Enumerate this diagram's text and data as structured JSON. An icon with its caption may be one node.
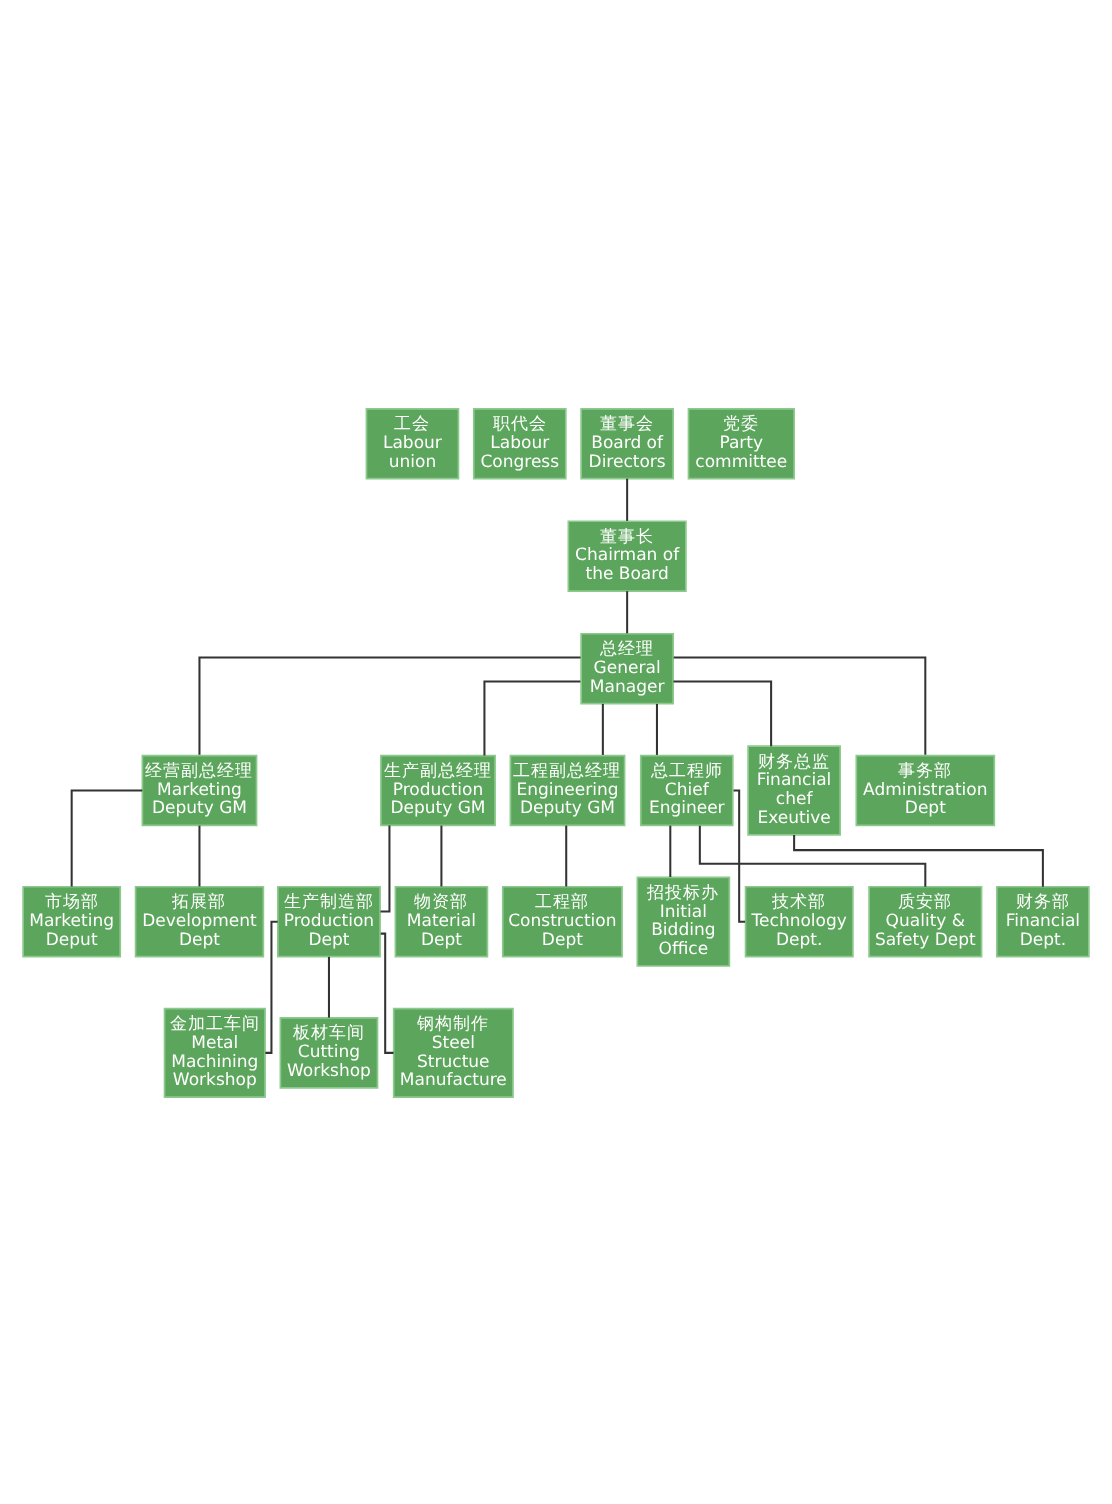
{
  "diagram": {
    "nodes": [
      {
        "text": [
          "工会",
          "Labour union"
        ]
      },
      {
        "text": [
          "职代会",
          "Labour Congress"
        ]
      },
      {
        "text": [
          "董事会",
          "Board of Directors"
        ]
      },
      {
        "text": [
          "党委",
          "Party committee"
        ]
      },
      {
        "text": [
          "董事长",
          "Chairman of the Board"
        ]
      },
      {
        "text": [
          "总经理",
          "General Manager"
        ]
      },
      {
        "text": [
          "经营副总经理",
          "Marketing Deputy GM"
        ]
      },
      {
        "text": [
          "生产副总经理",
          "Production Deputy GM"
        ]
      },
      {
        "text": [
          "工程副总经理",
          "Engineering Deputy GM"
        ]
      },
      {
        "text": [
          "总工程师",
          "Chief Engineer"
        ]
      },
      {
        "text": [
          "财务总监",
          "Financial chef Exeutive"
        ]
      },
      {
        "text": [
          "事务部",
          "Administration Dept"
        ]
      },
      {
        "text": [
          "市场部",
          "Marketing Deput"
        ]
      },
      {
        "text": [
          "拓展部",
          "Development Dept"
        ]
      },
      {
        "text": [
          "生产制造部",
          "Production Dept"
        ]
      },
      {
        "text": [
          "物资部",
          "Material Dept"
        ]
      },
      {
        "text": [
          "工程部",
          "Construction Dept"
        ]
      },
      {
        "text": [
          "招投标办",
          "Initial Bidding Office"
        ]
      },
      {
        "text": [
          "技术部",
          "Technology Dept."
        ]
      },
      {
        "text": [
          "质安部",
          "Quality & Safety Dept"
        ]
      },
      {
        "text": [
          "财务部",
          "Financial Dept."
        ]
      },
      {
        "text": [
          "金加工车间",
          "Metal Machining Workshop"
        ]
      },
      {
        "text": [
          "板材车间",
          "Cutting Workshop"
        ]
      },
      {
        "text": [
          "钢构制作",
          "Steel Structue Manufacture"
        ]
      }
    ],
    "edges": [
      {
        "from": 2,
        "to": 4,
        "arrow": "none"
      },
      {
        "from": 4,
        "to": 5,
        "arrow": "none"
      },
      {
        "from": 5,
        "to": 6,
        "arrow": "none"
      },
      {
        "from": 5,
        "to": 7,
        "arrow": "none"
      },
      {
        "from": 5,
        "to": 8,
        "arrow": "none"
      },
      {
        "from": 5,
        "to": 9,
        "arrow": "none"
      },
      {
        "from": 5,
        "to": 10,
        "arrow": "none"
      },
      {
        "from": 5,
        "to": 11,
        "arrow": "none"
      },
      {
        "from": 6,
        "to": 12,
        "arrow": "none"
      },
      {
        "from": 6,
        "to": 13,
        "arrow": "none"
      },
      {
        "from": 7,
        "to": 14,
        "arrow": "none"
      },
      {
        "from": 7,
        "to": 15,
        "arrow": "none"
      },
      {
        "from": 8,
        "to": 16,
        "arrow": "none"
      },
      {
        "from": 9,
        "to": 17,
        "arrow": "none"
      },
      {
        "from": 9,
        "to": 18,
        "arrow": "none"
      },
      {
        "from": 9,
        "to": 19,
        "arrow": "none"
      },
      {
        "from": 10,
        "to": 20,
        "arrow": "none"
      },
      {
        "from": 14,
        "to": 21,
        "arrow": "none"
      },
      {
        "from": 14,
        "to": 22,
        "arrow": "none"
      },
      {
        "from": 14,
        "to": 23,
        "arrow": "none"
      }
    ]
  }
}
